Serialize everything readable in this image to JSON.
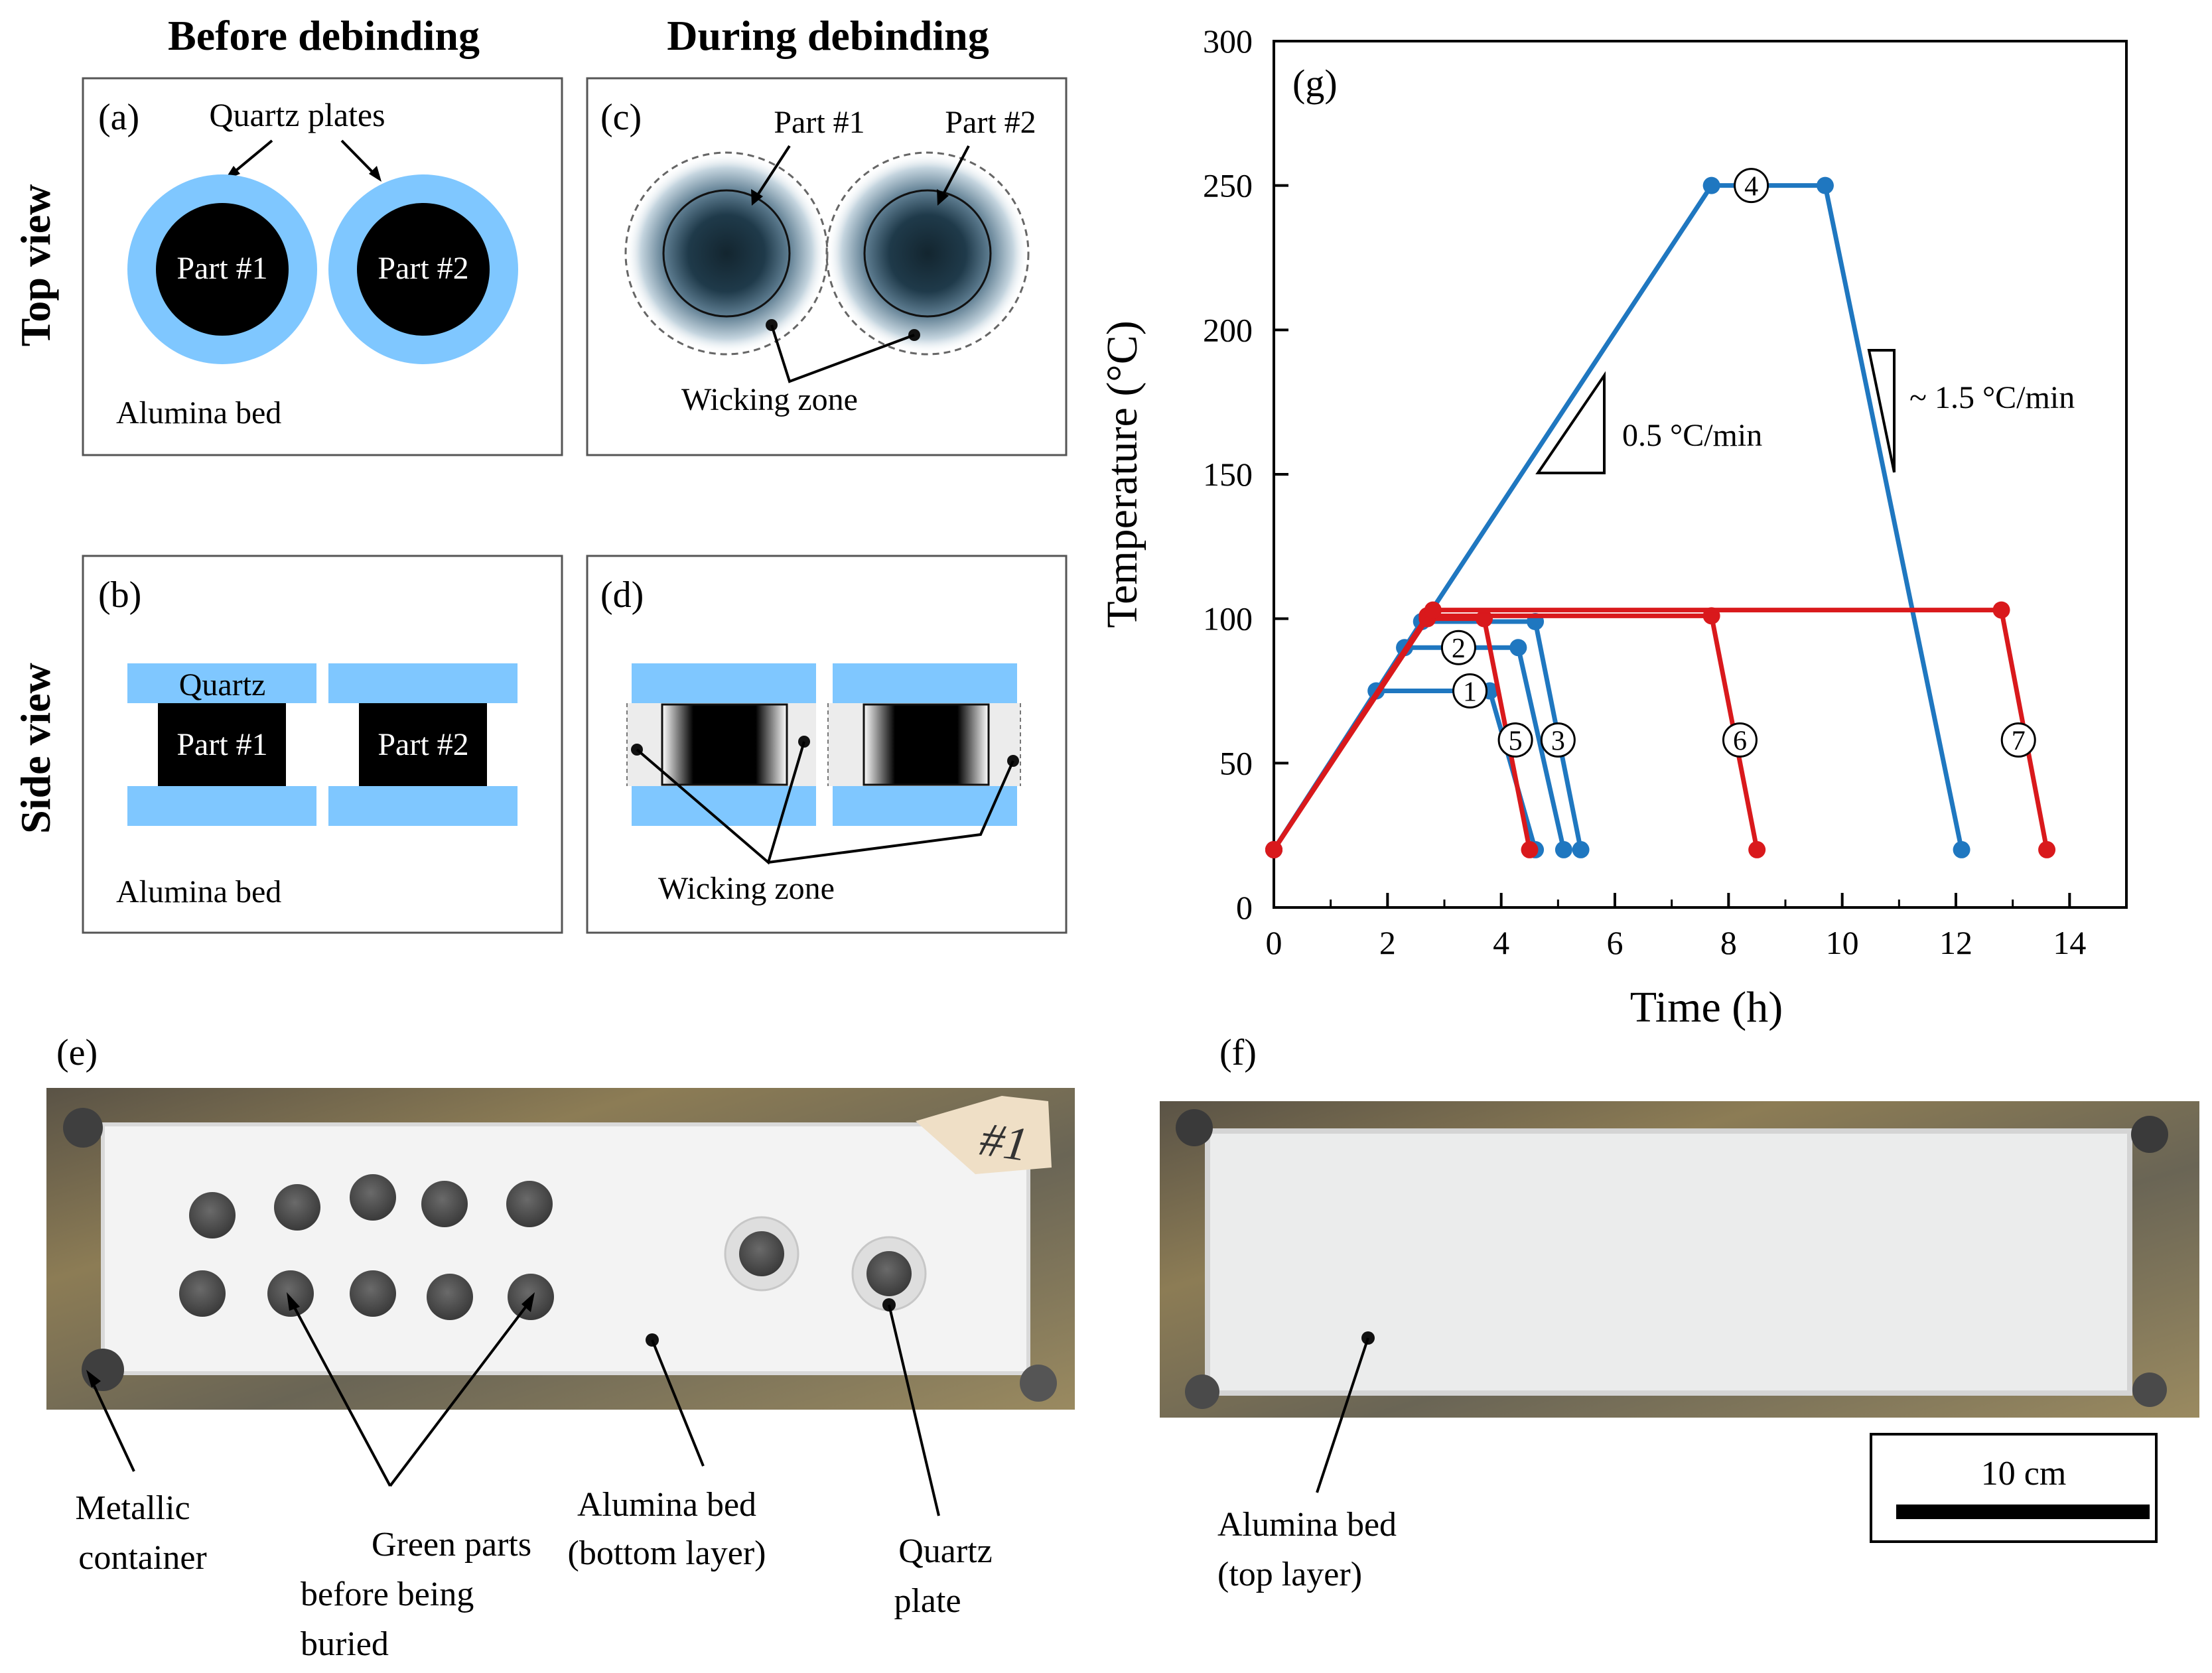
{
  "headers": {
    "before": "Before debinding",
    "during": "During debinding",
    "top_view": "Top view",
    "side_view": "Side view"
  },
  "panel_a": {
    "letter": "(a)",
    "quartz_plates": "Quartz plates",
    "part1": "Part #1",
    "part2": "Part #2",
    "bed": "Alumina bed"
  },
  "panel_b": {
    "letter": "(b)",
    "quartz": "Quartz",
    "part1": "Part #1",
    "part2": "Part #2",
    "bed": "Alumina bed"
  },
  "panel_c": {
    "letter": "(c)",
    "part1": "Part #1",
    "part2": "Part #2",
    "wicking": "Wicking zone"
  },
  "panel_d": {
    "letter": "(d)",
    "wicking": "Wicking zone"
  },
  "panel_e": {
    "letter": "(e)",
    "tag": "#1",
    "metallic": [
      "Metallic",
      "container"
    ],
    "green": [
      "Green parts",
      "before being",
      "buried"
    ],
    "bed": [
      "Alumina bed",
      "(bottom layer)"
    ],
    "quartz": [
      "Quartz",
      "plate"
    ]
  },
  "panel_f": {
    "letter": "(f)",
    "bed": [
      "Alumina bed",
      "(top layer)"
    ],
    "scale": "10 cm"
  },
  "colors": {
    "quartz": "#7fc7ff",
    "blue_series": "#1f77c0",
    "red_series": "#d9191c",
    "part": "#000000",
    "wicking_core": "#1a3240"
  },
  "chart_data": {
    "type": "line",
    "letter": "(g)",
    "xlabel": "Time (h)",
    "ylabel": "Temperature (°C)",
    "xlim": [
      0,
      15
    ],
    "ylim": [
      0,
      300
    ],
    "xticks": [
      0,
      2,
      4,
      6,
      8,
      10,
      12,
      14
    ],
    "yticks": [
      0,
      50,
      100,
      150,
      200,
      250,
      300
    ],
    "grid": false,
    "annotations": {
      "heating": "0.5 °C/min",
      "cooling": "~ 1.5 °C/min"
    },
    "series": [
      {
        "label": "1",
        "color": "blue",
        "points": [
          [
            0,
            20
          ],
          [
            1.8,
            75
          ],
          [
            3.8,
            75
          ],
          [
            4.6,
            20
          ]
        ]
      },
      {
        "label": "2",
        "color": "blue",
        "points": [
          [
            0,
            20
          ],
          [
            2.3,
            90
          ],
          [
            4.3,
            90
          ],
          [
            5.1,
            20
          ]
        ]
      },
      {
        "label": "3",
        "color": "blue",
        "points": [
          [
            0,
            20
          ],
          [
            2.6,
            99
          ],
          [
            4.6,
            99
          ],
          [
            5.4,
            20
          ]
        ]
      },
      {
        "label": "4",
        "color": "blue",
        "points": [
          [
            0,
            20
          ],
          [
            7.7,
            250
          ],
          [
            9.7,
            250
          ],
          [
            12.1,
            20
          ]
        ]
      },
      {
        "label": "5",
        "color": "red",
        "points": [
          [
            0,
            20
          ],
          [
            2.7,
            100
          ],
          [
            3.7,
            100
          ],
          [
            4.5,
            20
          ]
        ]
      },
      {
        "label": "6",
        "color": "red",
        "points": [
          [
            0,
            20
          ],
          [
            2.7,
            101
          ],
          [
            7.7,
            101
          ],
          [
            8.5,
            20
          ]
        ]
      },
      {
        "label": "7",
        "color": "red",
        "points": [
          [
            0,
            20
          ],
          [
            2.8,
            103
          ],
          [
            12.8,
            103
          ],
          [
            13.6,
            20
          ]
        ]
      }
    ]
  }
}
